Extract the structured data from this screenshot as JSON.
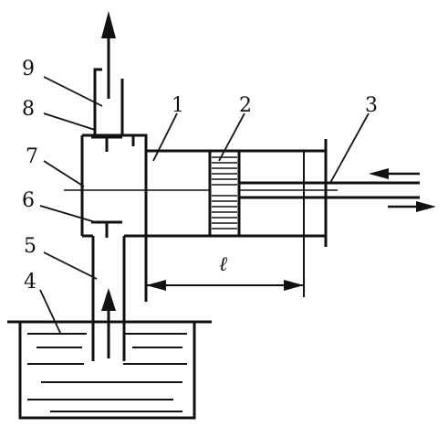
{
  "diagram": {
    "part_labels": {
      "cylinder": "1",
      "piston": "2",
      "piston_rod": "3",
      "tank": "4",
      "suction_pipe": "5",
      "suction_valve": "6",
      "pump_chamber": "7",
      "discharge_valve": "8",
      "discharge_pipe": "9"
    },
    "stroke_label": "ℓ"
  }
}
